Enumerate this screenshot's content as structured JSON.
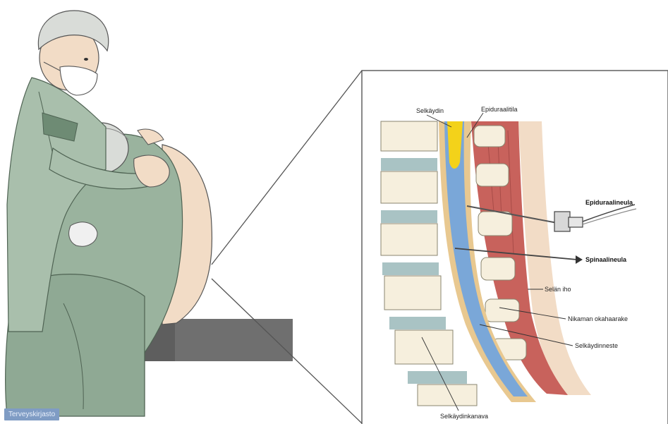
{
  "labels": {
    "spinal_cord": "Selkäydin",
    "epidural_space": "Epiduraalitila",
    "epidural_needle": "Epiduraalineula",
    "spinal_needle": "Spinaalineula",
    "back_skin": "Selän iho",
    "spinous_process": "Nikaman okahaarake",
    "spinal_fluid": "Selkäydinneste",
    "spinal_canal": "Selkäydinkanava"
  },
  "badge": "Terveyskirjasto",
  "colors": {
    "gown": "#9ab39e",
    "gown_dark": "#6e8b74",
    "skin": "#f2dcc6",
    "csf_blue": "#7aa7d8",
    "cord_yellow": "#f3d21a",
    "dura_tan": "#e8c890",
    "muscle_red": "#c8625c",
    "bone": "#f6efdd",
    "disc": "#a9c3c4",
    "table": "#6f6f6f"
  }
}
